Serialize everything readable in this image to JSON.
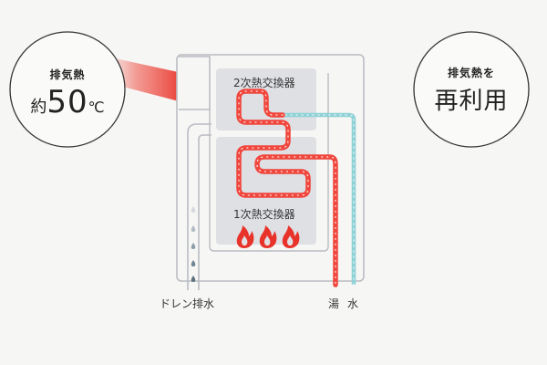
{
  "left_badge": {
    "caption": "排気熱",
    "prefix": "約",
    "value": "50",
    "unit": "℃"
  },
  "right_badge": {
    "line1": "排気熱を",
    "line2": "再利用"
  },
  "exchangers": {
    "secondary": "2次熱交換器",
    "primary": "1次熱交換器"
  },
  "labels": {
    "drain": "ドレン排水",
    "hot_water": "湯",
    "water": "水"
  },
  "colors": {
    "hot_pipe": "#f0463c",
    "cold_pipe": "#8ed2d6",
    "flame": "#e8332a",
    "drain_drop": "#7b8e9b",
    "panel": "#dfe0e4"
  }
}
